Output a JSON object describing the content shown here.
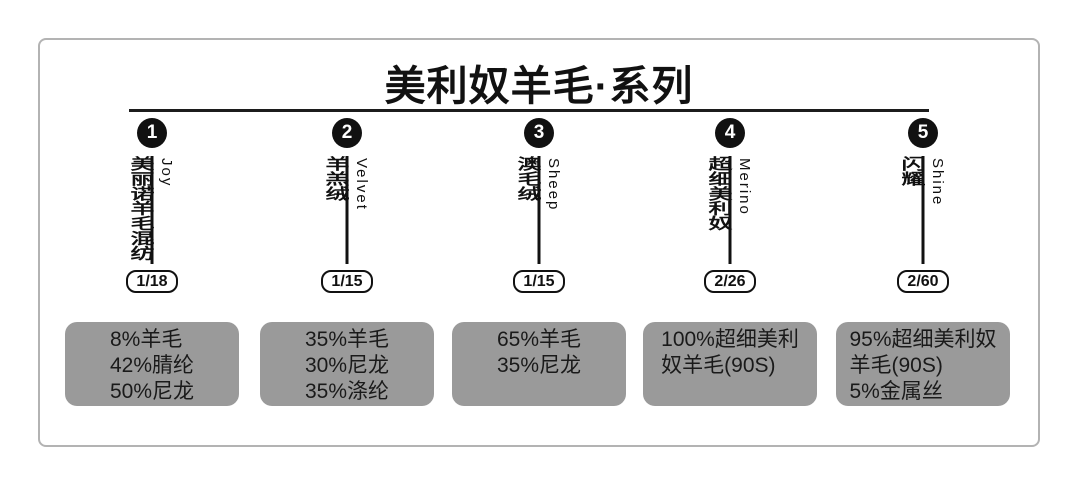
{
  "title": "美利奴羊毛·系列",
  "columns": [
    {
      "num": "1",
      "name_cn": "美丽诺羊毛混纺",
      "name_en": "Joy",
      "badge": "1/18",
      "composition": [
        "8%羊毛",
        "42%腈纶",
        "50%尼龙"
      ]
    },
    {
      "num": "2",
      "name_cn": "羊羔绒",
      "name_en": "Velvet",
      "badge": "1/15",
      "composition": [
        "35%羊毛",
        "30%尼龙",
        "35%涤纶"
      ]
    },
    {
      "num": "3",
      "name_cn": "澳毛绒",
      "name_en": "Sheep",
      "badge": "1/15",
      "composition": [
        "65%羊毛",
        "35%尼龙"
      ]
    },
    {
      "num": "4",
      "name_cn": "超细美利奴",
      "name_en": "Merino",
      "badge": "2/26",
      "composition": [
        "100%超细美利",
        "奴羊毛(90S)"
      ]
    },
    {
      "num": "5",
      "name_cn": "闪耀",
      "name_en": "Shine",
      "badge": "2/60",
      "composition": [
        "95%超细美利奴",
        "羊毛(90S)",
        "5%金属丝"
      ]
    }
  ],
  "colors": {
    "accent_black": "#111111",
    "box_gray": "#9a9a9a",
    "panel_border": "#b3b3b3"
  }
}
